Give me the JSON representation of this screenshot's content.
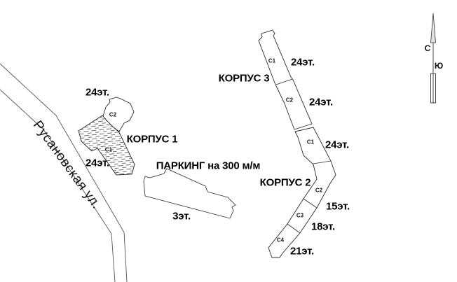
{
  "street": {
    "name": "Русановская ул."
  },
  "parking": {
    "label": "ПАРКИНГ на 300 м/м",
    "floors": "3эт."
  },
  "buildings": [
    {
      "name": "КОРПУС 1",
      "sections": [
        {
          "id": "С2",
          "floors": "24эт."
        },
        {
          "id": "С1",
          "floors": "24эт."
        }
      ]
    },
    {
      "name": "КОРПУС 2",
      "sections": [
        {
          "id": "С1",
          "floors": "24эт."
        },
        {
          "id": "С2",
          "floors": "15эт."
        },
        {
          "id": "С3",
          "floors": "18эт."
        },
        {
          "id": "С4",
          "floors": "21эт."
        }
      ]
    },
    {
      "name": "КОРПУС 3",
      "sections": [
        {
          "id": "С1",
          "floors": "24эт."
        },
        {
          "id": "С2",
          "floors": "24эт."
        }
      ]
    }
  ],
  "compass": {
    "north": "С",
    "south": "Ю"
  }
}
